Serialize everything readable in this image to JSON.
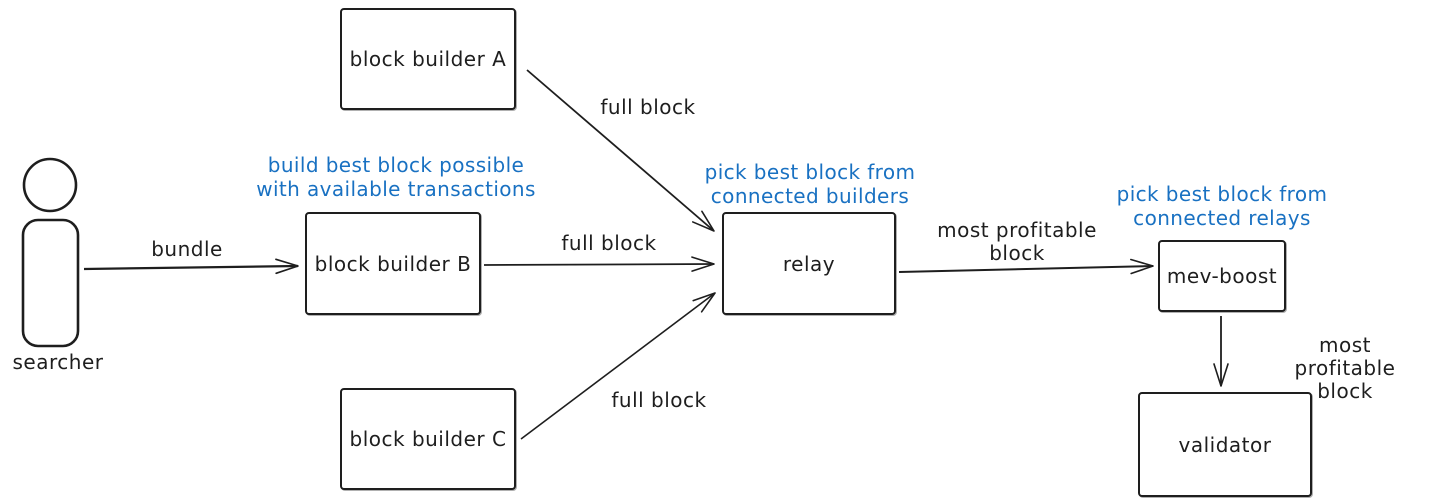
{
  "colors": {
    "ink": "#1e1e1e",
    "annotation_blue": "#1971c2",
    "background": "#ffffff"
  },
  "actor": {
    "label": "searcher"
  },
  "nodes": {
    "builder_a": {
      "label": "block builder A"
    },
    "builder_b": {
      "label": "block builder B"
    },
    "builder_c": {
      "label": "block builder C"
    },
    "relay": {
      "label": "relay"
    },
    "mev_boost": {
      "label": "mev-boost"
    },
    "validator": {
      "label": "validator"
    }
  },
  "annotations": {
    "builder": "build best block possible\nwith available transactions",
    "relay": "pick best block from\nconnected builders",
    "mev_boost": "pick best block from\nconnected relays"
  },
  "edge_labels": {
    "bundle": "bundle",
    "full_block_a": "full block",
    "full_block_b": "full block",
    "full_block_c": "full block",
    "relay_to_mevboost": "most profitable\nblock",
    "mevboost_to_validator": "most profitable block"
  }
}
